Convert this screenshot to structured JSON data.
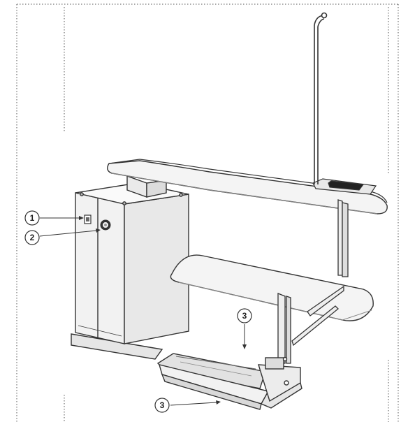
{
  "callouts": [
    {
      "number": "1"
    },
    {
      "number": "2"
    },
    {
      "number": "3"
    },
    {
      "number": "3"
    }
  ],
  "colors": {
    "outline": "#333333",
    "fill": "#f2f2f2",
    "shade": "#d9d9d9",
    "frame_dots": "#555555"
  }
}
